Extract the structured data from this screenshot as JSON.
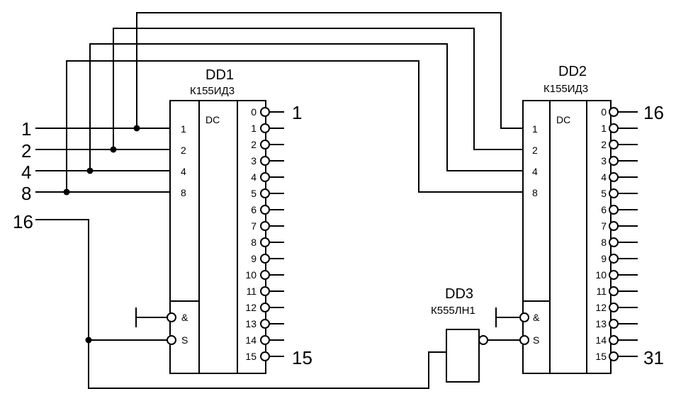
{
  "chips": {
    "dd1": {
      "designator": "DD1",
      "part": "К155ИД3",
      "function": "DC",
      "inputs": [
        "1",
        "2",
        "4",
        "8"
      ],
      "outputs": [
        "0",
        "1",
        "2",
        "3",
        "4",
        "5",
        "6",
        "7",
        "8",
        "9",
        "10",
        "11",
        "12",
        "13",
        "14",
        "15"
      ],
      "enable": [
        "&",
        "S"
      ]
    },
    "dd2": {
      "designator": "DD2",
      "part": "К155ИД3",
      "function": "DC",
      "inputs": [
        "1",
        "2",
        "4",
        "8"
      ],
      "outputs": [
        "0",
        "1",
        "2",
        "3",
        "4",
        "5",
        "6",
        "7",
        "8",
        "9",
        "10",
        "11",
        "12",
        "13",
        "14",
        "15"
      ],
      "enable": [
        "&",
        "S"
      ]
    },
    "dd3": {
      "designator": "DD3",
      "part": "К555ЛН1"
    }
  },
  "external_inputs": [
    "1",
    "2",
    "4",
    "8",
    "16"
  ],
  "output_labels": {
    "dd1_first": "1",
    "dd1_last": "15",
    "dd2_first": "16",
    "dd2_last": "31"
  }
}
